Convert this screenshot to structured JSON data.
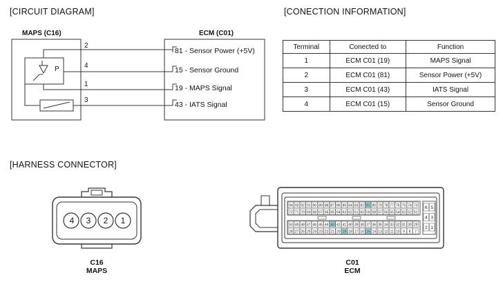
{
  "headings": {
    "circuit_diagram": "[CIRCUIT DIAGRAM]",
    "connection_information": "[CONECTION INFORMATION]",
    "harness_connector": "[HARNESS CONNECTOR]"
  },
  "circuit": {
    "sensor_title": "MAPS (C16)",
    "ecm_title": "ECM (C01)",
    "pressure_symbol_label": "P",
    "sensor_pins": [
      "2",
      "4",
      "1",
      "3"
    ],
    "ecm_terminals": [
      "81 - Sensor Power (+5V)",
      "15 - Sensor Ground",
      "19 - MAPS Signal",
      "43 - IATS Signal"
    ]
  },
  "connection_table": {
    "headers": [
      "Terminal",
      "Conected to",
      "Function"
    ],
    "rows": [
      [
        "1",
        "ECM C01 (19)",
        "MAPS Signal"
      ],
      [
        "2",
        "ECM C01 (81)",
        "Sensor Power (+5V)"
      ],
      [
        "3",
        "ECM C01 (43)",
        "IATS Signal"
      ],
      [
        "4",
        "ECM C01 (15)",
        "Sensor Ground"
      ]
    ]
  },
  "harness": {
    "c16": {
      "pins": [
        "4",
        "3",
        "2",
        "1"
      ],
      "code": "C16",
      "name": "MAPS"
    },
    "c01": {
      "code": "C01",
      "name": "ECM",
      "row1": [
        "94",
        "93",
        "92",
        "91",
        "90",
        "89",
        "88",
        "87",
        "86",
        "85",
        "84",
        "83",
        "82",
        "81",
        "80",
        "79",
        "78",
        "77",
        "76",
        "75",
        "74",
        "73"
      ],
      "row2": [
        "72",
        "71",
        "70",
        "69",
        "68",
        "67",
        "66",
        "65",
        "64",
        "63",
        "62",
        "61",
        "60",
        "59",
        "58",
        "57",
        "56",
        "55",
        "54",
        "53",
        "52",
        "51"
      ],
      "row3": [
        "50",
        "49",
        "48",
        "47",
        "46",
        "45",
        "44",
        "43",
        "42",
        "41",
        "40",
        "39",
        "38",
        "37",
        "36",
        "35",
        "34",
        "33",
        "32",
        "31",
        "30",
        "29"
      ],
      "row4": [
        "28",
        "27",
        "26",
        "25",
        "24",
        "23",
        "22",
        "21",
        "20",
        "19",
        "18",
        "17",
        "16",
        "15",
        "14",
        "13",
        "12",
        "11",
        "10",
        "9",
        "8",
        "7"
      ],
      "side_pins": [
        "6",
        "5",
        "4",
        "3",
        "2",
        "1"
      ],
      "highlighted": [
        "81",
        "43",
        "19",
        "15"
      ],
      "highlight_color": "#9fd3dc"
    }
  }
}
